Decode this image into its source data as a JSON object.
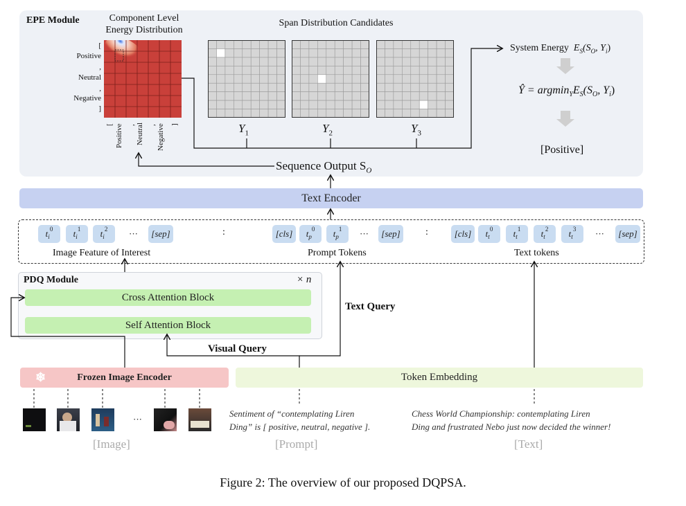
{
  "epe": {
    "title": "EPE Module",
    "heatmap_title": "Component Level\nEnergy Distribution",
    "row_labels": [
      "[",
      "Positive",
      ",",
      "Neutral",
      ",",
      "Negative",
      "]"
    ],
    "col_labels": [
      "[",
      "Positive",
      ",",
      "Neutral",
      ",",
      "Negative",
      "]"
    ],
    "candidates_title": "Span Distribution Candidates",
    "candidates": [
      {
        "label": "Y",
        "sub": "1"
      },
      {
        "label": "Y",
        "sub": "2"
      },
      {
        "label": "Y",
        "sub": "3"
      }
    ],
    "system_energy": "System Energy",
    "energy_formula": "E",
    "energy_sub": "S",
    "energy_args": "(S",
    "energy_args_sub": "O",
    "energy_args_tail": ", Y",
    "energy_args_tail_sub": "i",
    "energy_close": ")",
    "argmin_lhs": "Ŷ = argmin",
    "argmin_sub": "Y",
    "result": "[Positive]",
    "sequence_output": "Sequence Output S",
    "sequence_output_sub": "O"
  },
  "text_encoder": "Text Encoder",
  "tokens": {
    "image_label": "Image Feature of Interest",
    "prompt_label": "Prompt Tokens",
    "text_label": "Text tokens",
    "ellipsis": "···",
    "colon": ":"
  },
  "pdq": {
    "title": "PDQ Module",
    "times_n": "× n",
    "cross_attention": "Cross Attention Block",
    "self_attention": "Self Attention Block"
  },
  "text_query": "Text Query",
  "visual_query": "Visual Query",
  "frozen_encoder": "Frozen Image Encoder",
  "token_embedding": "Token Embedding",
  "prompt_text": "Sentiment of  “contemplating Liren\nDing” is [ positive, neutral, negative ].",
  "text_input": "Chess World Championship: contemplating Liren\nDing and frustrated Nebo just now decided the winner!",
  "bottom_labels": {
    "image": "[Image]",
    "prompt": "[Prompt]",
    "text": "[Text]"
  },
  "images_ellipsis": "···",
  "caption": "Figure 2: The overview of our proposed DQPSA.",
  "colors": {
    "epe_bg": "#eef1f6",
    "encoder": "#c6d1f1",
    "token": "#c9dcf1",
    "pdq_green": "#c5f0b2",
    "frozen": "#f6c6c6",
    "embed": "#eef7dc",
    "heat_red": "#c9403a",
    "cand_grey": "#d6d6d6"
  }
}
